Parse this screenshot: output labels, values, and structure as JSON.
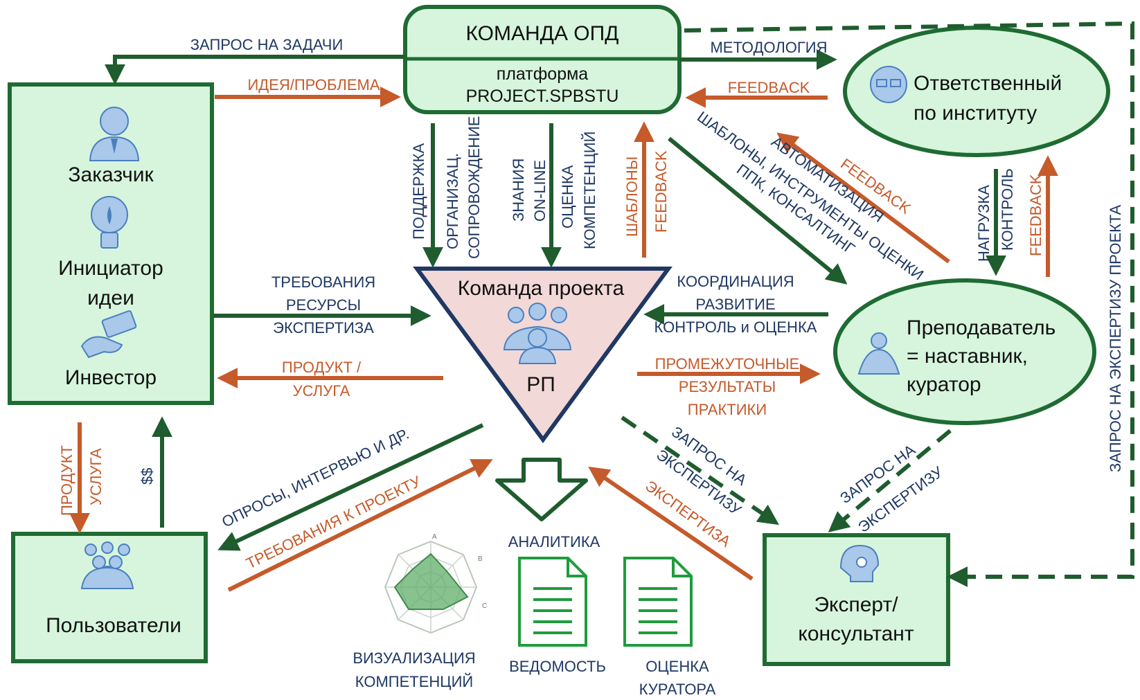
{
  "nodes": {
    "team_opd": {
      "title": "КОМАНДА ОПД",
      "line1": "платформа",
      "line2": "PROJECT.SPBSTU"
    },
    "left_box": {
      "customer": "Заказчик",
      "initiator_1": "Инициатор",
      "initiator_2": "идеи",
      "investor": "Инвестор"
    },
    "responsible": {
      "line1": "Ответственный",
      "line2": "по институту"
    },
    "teacher": {
      "line1": "Преподаватель",
      "line2": "= наставник,",
      "line3": "куратор"
    },
    "project_team": {
      "title": "Команда проекта",
      "sub": "РП"
    },
    "users": {
      "label": "Пользователи"
    },
    "expert": {
      "line1": "Эксперт/",
      "line2": "консультант"
    }
  },
  "edges": {
    "request_tasks": "ЗАПРОС НА ЗАДАЧИ",
    "idea_problem": "ИДЕЯ/ПРОБЛЕМА",
    "methodology": "МЕТОДОЛОГИЯ",
    "feedback_top": "FEEDBACK",
    "support": "ПОДДЕРЖКА",
    "org_1": "ОРГАНИЗАЦ.",
    "org_2": "СОПРОВОЖДЕНИЕ",
    "knowledge": "ЗНАНИЯ",
    "online": "ON-LINE",
    "assess_1": "ОЦЕНКА",
    "assess_2": "КОМПЕТЕНЦИЙ",
    "templates": "ШАБЛОНЫ",
    "feedback_center": "FEEDBACK",
    "automation_1": "АВТОМАТИЗАЦИЯ",
    "automation_2": "ШАБЛОНЫ, ИНСТРУМЕНТЫ ОЦЕНКИ",
    "automation_3": "ППК, КОНСАЛТИНГ",
    "feedback_diag": "FEEDBACK",
    "load": "НАГРУЗКА",
    "control": "КОНТРОЛЬ",
    "feedback_right": "FEEDBACK",
    "req_1": "ТРЕБОВАНИЯ",
    "req_2": "РЕСУРСЫ",
    "req_3": "ЭКСПЕРТИЗА",
    "coord_1": "КООРДИНАЦИЯ",
    "coord_2": "РАЗВИТИЕ",
    "coord_3": "КОНТРОЛЬ и ОЦЕНКА",
    "product_1": "ПРОДУКТ /",
    "product_2": "УСЛУГА",
    "interim_1": "ПРОМЕЖУТОЧНЫЕ",
    "interim_2": "РЕЗУЛЬТАТЫ",
    "interim_3": "ПРАКТИКИ",
    "prod_v1": "ПРОДУКТ",
    "prod_v2": "УСЛУГА",
    "money": "$$",
    "surveys": "ОПРОСЫ, ИНТЕРВЬЮ И ДР.",
    "reqs_project": "ТРЕБОВАНИЯ К ПРОЕКТУ",
    "exp_req_1": "ЗАПРОС НА",
    "exp_req_2": "ЭКСПЕРТИЗУ",
    "expertise": "ЭКСПЕРТИЗА",
    "exp_req_r1": "ЗАПРОС НА",
    "exp_req_r2": "ЭКСПЕРТИЗУ",
    "exp_req_vertical": "ЗАПРОС НА ЭКСПЕРТИЗУ ПРОЕКТА"
  },
  "outputs": {
    "analytics": "АНАЛИТИКА",
    "viz_1": "ВИЗУАЛИЗАЦИЯ",
    "viz_2": "КОМПЕТЕНЦИЙ",
    "statement": "ВЕДОМОСТЬ",
    "curator_1": "ОЦЕНКА",
    "curator_2": "КУРАТОРА",
    "radar_ticks": [
      "A",
      "B",
      "C"
    ]
  },
  "colors": {
    "green": "#1f5c2e",
    "orange": "#c55a2b",
    "blue": "#1f3864",
    "fill": "#d6f5dc",
    "triangle": "#f3d8d8"
  }
}
